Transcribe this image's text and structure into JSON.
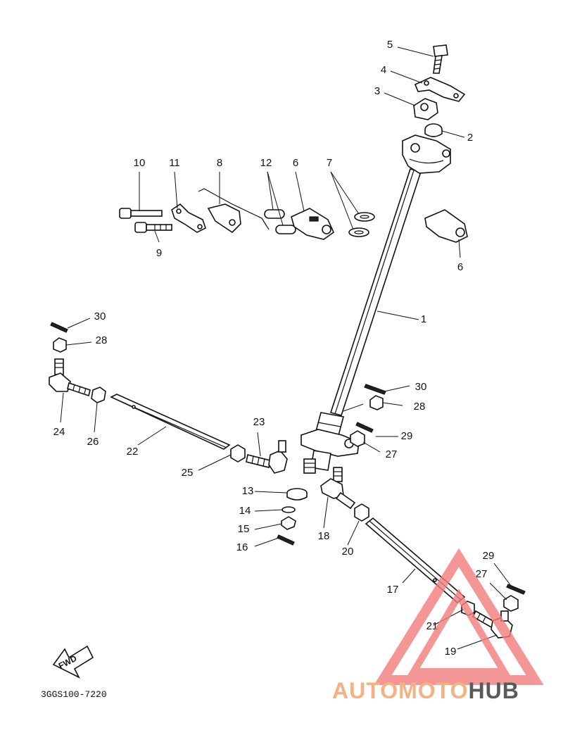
{
  "parts": [
    {
      "label": "1"
    },
    {
      "label": "2"
    },
    {
      "label": "3"
    },
    {
      "label": "4"
    },
    {
      "label": "5"
    },
    {
      "label": "6"
    },
    {
      "label": "6"
    },
    {
      "label": "7"
    },
    {
      "label": "8"
    },
    {
      "label": "9"
    },
    {
      "label": "10"
    },
    {
      "label": "11"
    },
    {
      "label": "12"
    },
    {
      "label": "13"
    },
    {
      "label": "14"
    },
    {
      "label": "15"
    },
    {
      "label": "16"
    },
    {
      "label": "17"
    },
    {
      "label": "18"
    },
    {
      "label": "19"
    },
    {
      "label": "20"
    },
    {
      "label": "21"
    },
    {
      "label": "22"
    },
    {
      "label": "23"
    },
    {
      "label": "24"
    },
    {
      "label": "25"
    },
    {
      "label": "26"
    },
    {
      "label": "27"
    },
    {
      "label": "27"
    },
    {
      "label": "28"
    },
    {
      "label": "28"
    },
    {
      "label": "29"
    },
    {
      "label": "29"
    },
    {
      "label": "30"
    },
    {
      "label": "30"
    }
  ],
  "diagram_code": "3GGS100-7220",
  "direction_arrow": {
    "label": "FWD"
  },
  "watermark": {
    "word_part_1": "AUTOMOTO",
    "word_part_2": "HUB",
    "color_part_1": "#f4b183",
    "color_part_2": "#5a5a5a",
    "triangle_color": "#f27d7d"
  }
}
